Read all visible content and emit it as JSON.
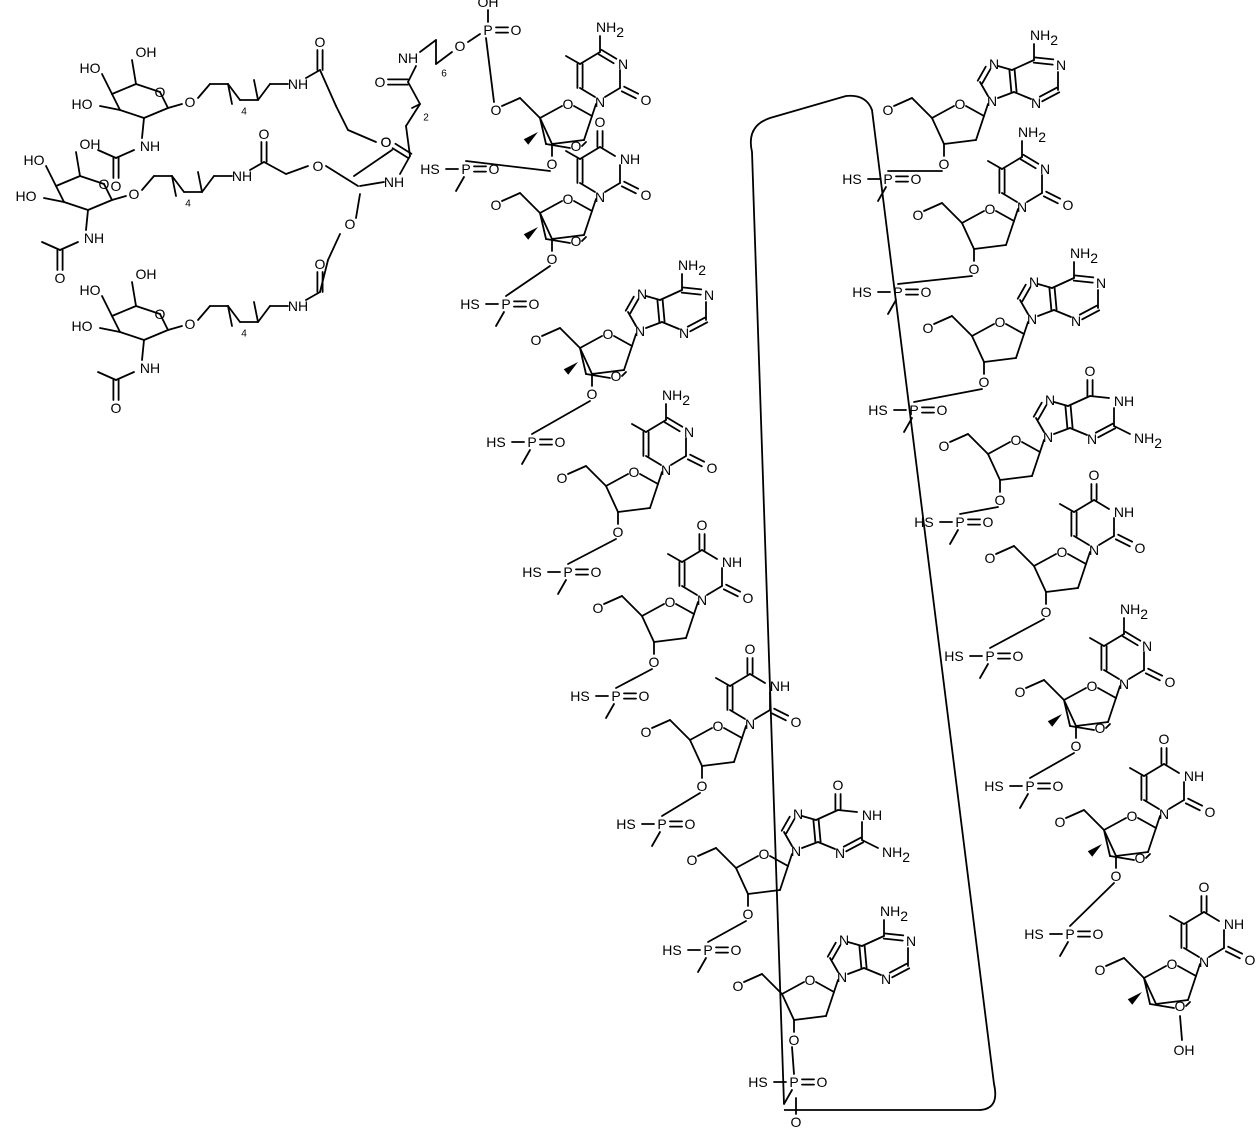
{
  "colors": {
    "ink": "#000000",
    "background": "#ffffff"
  },
  "labels": {
    "oh": "OH",
    "ho": "HO",
    "nh": "NH",
    "n": "N",
    "o": "O",
    "p": "P",
    "hs": "HS",
    "nh2": "NH",
    "sub2": "2",
    "sub4": "4",
    "sub6": "6"
  },
  "galnac_cluster": {
    "arms": [
      {
        "name": "arm-1",
        "linker_subscript": "4"
      },
      {
        "name": "arm-2",
        "linker_subscript": "4"
      },
      {
        "name": "arm-3",
        "linker_subscript": "4"
      }
    ],
    "core_linker_subscript": "2",
    "hexyl_subscript": "6"
  },
  "strand_left": {
    "nucleotides": [
      {
        "base": "5-methylcytosine",
        "sugar": "LNA"
      },
      {
        "base": "thymine",
        "sugar": "LNA"
      },
      {
        "base": "adenine",
        "sugar": "LNA"
      },
      {
        "base": "5-methylcytosine",
        "sugar": "DNA"
      },
      {
        "base": "thymine",
        "sugar": "DNA"
      },
      {
        "base": "thymine",
        "sugar": "DNA"
      },
      {
        "base": "guanine",
        "sugar": "DNA"
      },
      {
        "base": "adenine",
        "sugar": "DNA"
      }
    ]
  },
  "strand_right": {
    "nucleotides": [
      {
        "base": "adenine",
        "sugar": "DNA"
      },
      {
        "base": "5-methylcytosine",
        "sugar": "DNA"
      },
      {
        "base": "adenine",
        "sugar": "DNA"
      },
      {
        "base": "guanine",
        "sugar": "DNA"
      },
      {
        "base": "thymine",
        "sugar": "DNA"
      },
      {
        "base": "5-methylcytosine",
        "sugar": "LNA"
      },
      {
        "base": "thymine",
        "sugar": "LNA"
      },
      {
        "base": "thymine",
        "sugar": "LNA"
      }
    ]
  }
}
